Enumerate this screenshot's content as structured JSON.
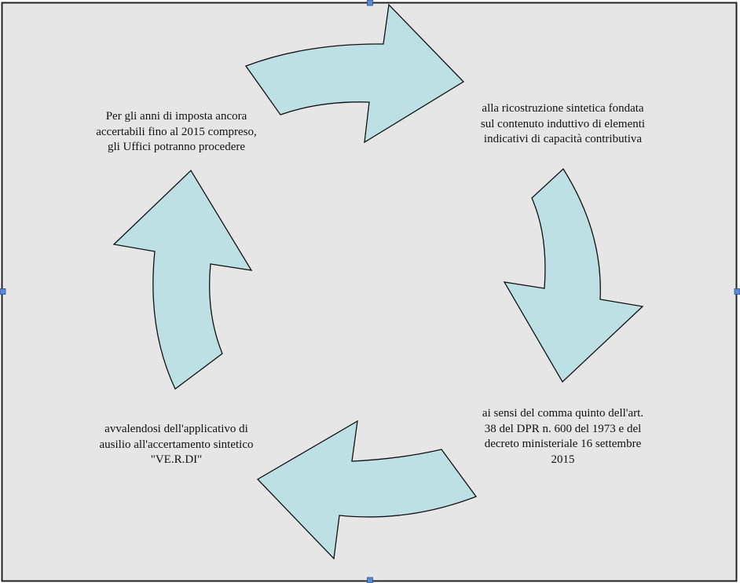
{
  "diagram": {
    "colors": {
      "background": "#e6e6e6",
      "frame": "#222222",
      "arrow_fill": "#bde0e5",
      "arrow_stroke": "#111111",
      "handle": "#5b8bd6"
    },
    "steps": [
      {
        "id": "step-1",
        "text": "Per gli anni di imposta ancora accertabili fino al 2015 compreso, gli Uffici potranno procedere"
      },
      {
        "id": "step-2",
        "text": "alla ricostruzione sintetica fondata sul contenuto induttivo di elementi indicativi di capacità contributiva"
      },
      {
        "id": "step-3",
        "text": "ai sensi del comma quinto dell'art. 38 del DPR n. 600 del 1973 e del decreto ministeriale 16 settembre 2015"
      },
      {
        "id": "step-4",
        "text": "avvalendosi dell'applicativo di ausilio all'accertamento sintetico \"VE.R.DI\""
      }
    ],
    "arrows": [
      {
        "name": "arrow-top-right",
        "icon": "curved-arrow-right-icon"
      },
      {
        "name": "arrow-right-down",
        "icon": "curved-arrow-down-icon"
      },
      {
        "name": "arrow-bottom-left",
        "icon": "curved-arrow-left-icon"
      },
      {
        "name": "arrow-left-up",
        "icon": "curved-arrow-up-icon"
      }
    ]
  }
}
